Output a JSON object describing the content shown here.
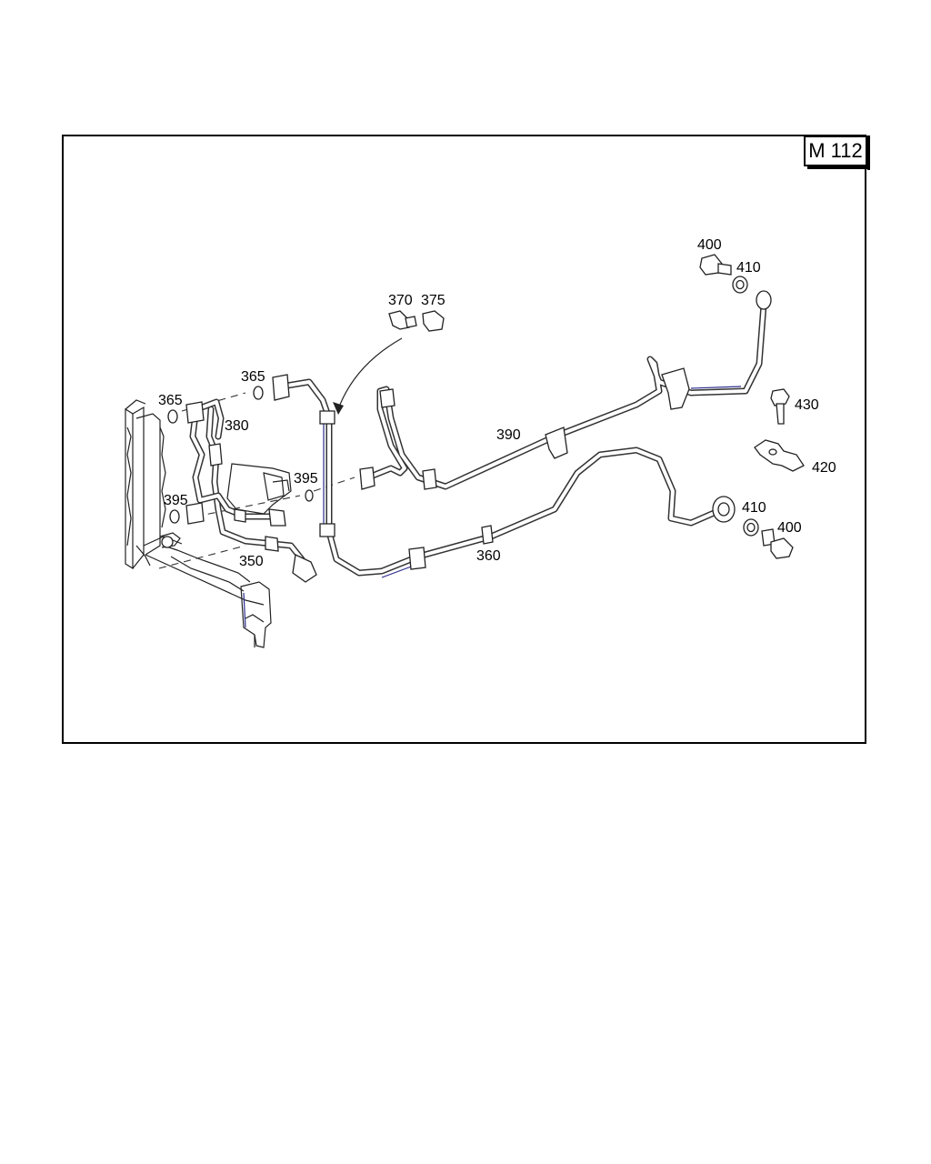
{
  "badge": "M 112",
  "labels": {
    "p350": "350",
    "p360": "360",
    "p365a": "365",
    "p365b": "365",
    "p370": "370",
    "p375": "375",
    "p380": "380",
    "p390": "390",
    "p395a": "395",
    "p395b": "395",
    "p400a": "400",
    "p400b": "400",
    "p410a": "410",
    "p410b": "410",
    "p420": "420",
    "p430": "430"
  }
}
